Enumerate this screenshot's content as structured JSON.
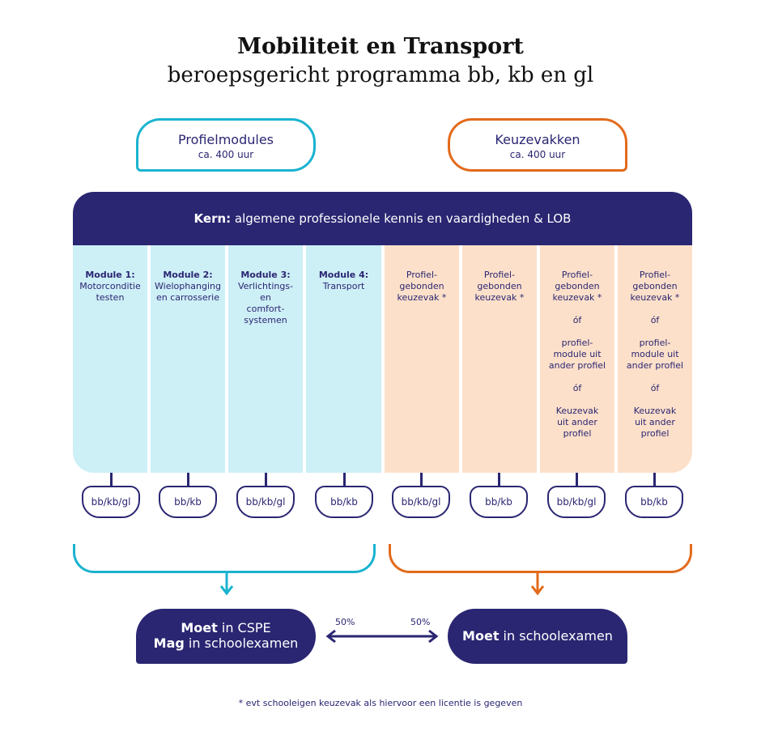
{
  "title": "Mobiliteit en Transport",
  "subtitle": "beroepsgericht programma bb, kb en gl",
  "tabs": {
    "left": {
      "heading": "Profielmodules",
      "sub": "ca. 400 uur"
    },
    "right": {
      "heading": "Keuzevakken",
      "sub": "ca. 400 uur"
    }
  },
  "kern": {
    "bold": "Kern:",
    "text": " algemene professionele kennis en vaardigheden & LOB"
  },
  "columns": [
    {
      "lines": [
        "Module 1:",
        "Motorconditie",
        "testen"
      ],
      "bold": [
        0
      ]
    },
    {
      "lines": [
        "Module 2:",
        "Wielophanging",
        "en carrosserie"
      ],
      "bold": [
        0
      ]
    },
    {
      "lines": [
        "Module 3:",
        "Verlichtings-",
        "en",
        "comfort-",
        "systemen"
      ],
      "bold": [
        0
      ]
    },
    {
      "lines": [
        "Module 4:",
        "Transport"
      ],
      "bold": [
        0
      ]
    },
    {
      "lines": [
        "Profiel-",
        "gebonden",
        "keuzevak *"
      ]
    },
    {
      "lines": [
        "Profiel-",
        "gebonden",
        "keuzevak *"
      ]
    },
    {
      "lines": [
        "Profiel-",
        "gebonden",
        "keuzevak *",
        "",
        "óf",
        "",
        "profiel-",
        "module uit",
        "ander profiel",
        "",
        "óf",
        "",
        "Keuzevak",
        "uit ander",
        "profiel"
      ]
    },
    {
      "lines": [
        "Profiel-",
        "gebonden",
        "keuzevak *",
        "",
        "óf",
        "",
        "profiel-",
        "module uit",
        "ander profiel",
        "",
        "óf",
        "",
        "Keuzevak",
        "uit ander",
        "profiel"
      ]
    }
  ],
  "tags": [
    "bb/kb/gl",
    "bb/kb",
    "bb/kb/gl",
    "bb/kb",
    "bb/kb/gl",
    "bb/kb",
    "bb/kb/gl",
    "bb/kb"
  ],
  "outcome_left": {
    "line1_bold": "Moet",
    "line1": " in CSPE",
    "line2_bold": "Mag",
    "line2": " in schoolexamen"
  },
  "outcome_right": {
    "bold": "Moet",
    "text": " in schoolexamen"
  },
  "percent_left": "50%",
  "percent_right": "50%",
  "footnote": "* evt schooleigen keuzevak als hiervoor een licentie is gegeven",
  "colors": {
    "navy": "#2a2672",
    "cyan": "#1ab3d0",
    "orange": "#e36a1b",
    "light_blue": "#cdeff6",
    "peach": "#fde0ca"
  }
}
